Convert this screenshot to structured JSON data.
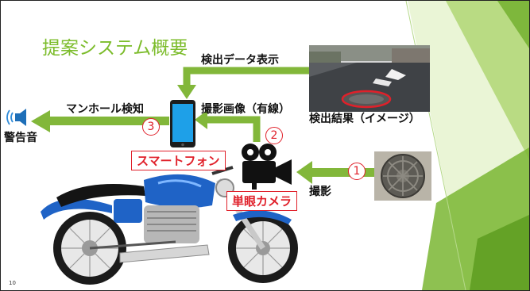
{
  "slide": {
    "title": "提案システム概要",
    "page_number": "10"
  },
  "labels": {
    "detection_display": "検出データ表示",
    "detection_result": "検出結果（イメージ）",
    "captured_image": "撮影画像（有線）",
    "manhole_detection": "マンホール検知",
    "warning_sound": "警告音",
    "smartphone": "スマートフォン",
    "camera": "単眼カメラ",
    "shooting": "撮影"
  },
  "steps": {
    "step1": "1",
    "step2": "2",
    "step3": "3"
  },
  "colors": {
    "arrow": "#82b73a",
    "label_red": "#e0202a",
    "title_green": "#7cbc2b",
    "phone_blue": "#1ea0e8"
  },
  "icons": {
    "speaker": "speaker-icon",
    "smartphone": "smartphone-icon",
    "camera": "movie-camera-icon"
  }
}
